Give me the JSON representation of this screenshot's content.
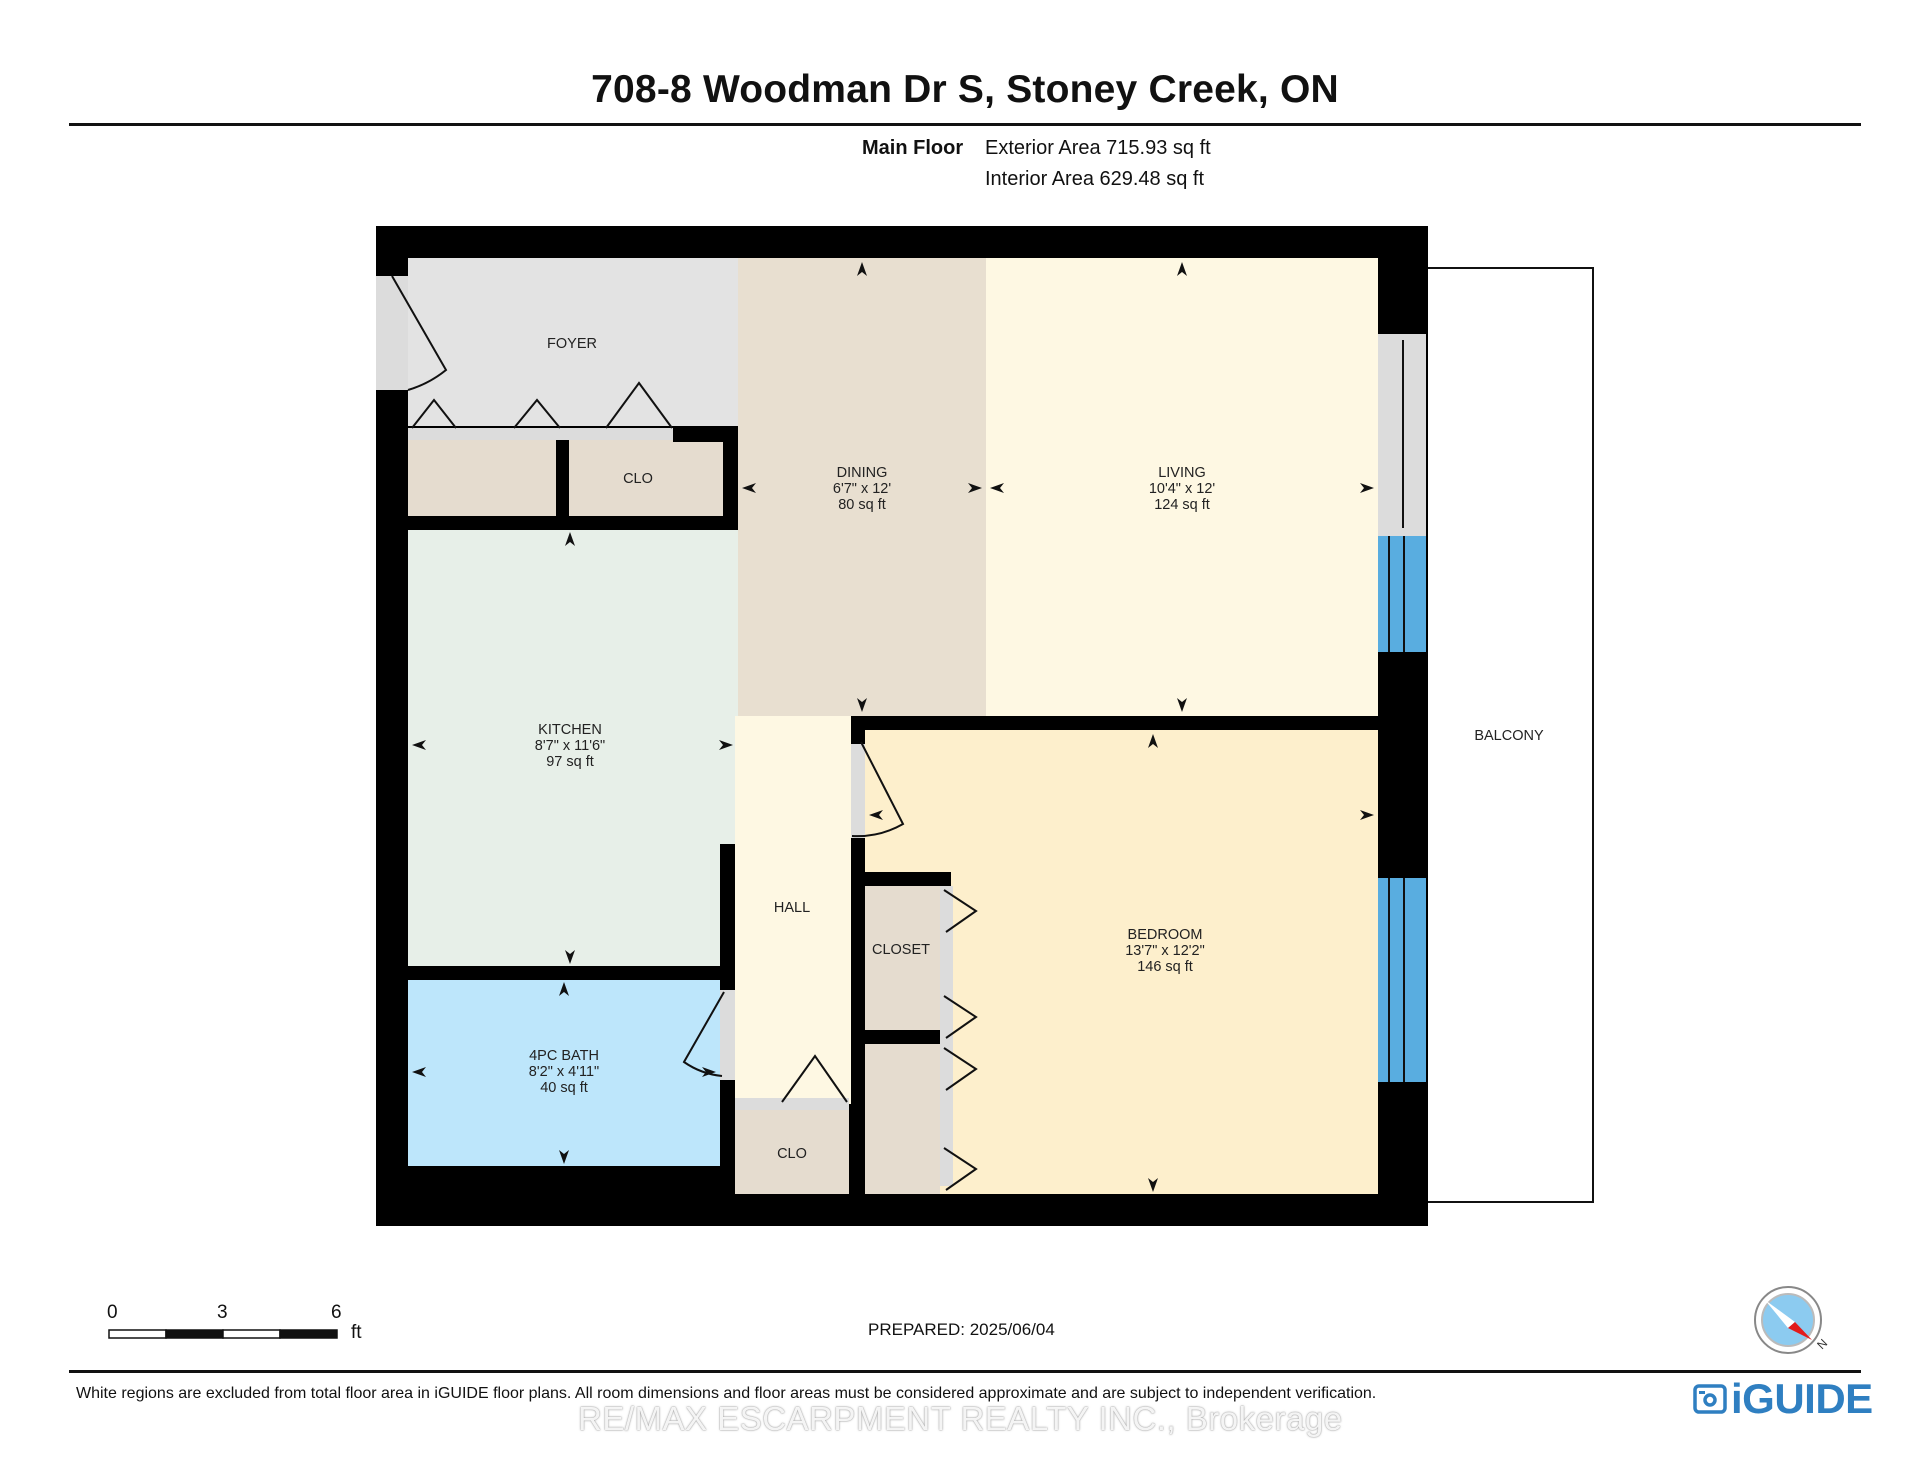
{
  "header": {
    "title": "708-8 Woodman Dr S, Stoney Creek, ON",
    "floor_label": "Main Floor",
    "exterior_area": "Exterior Area 715.93 sq ft",
    "interior_area": "Interior Area 629.48 sq ft"
  },
  "rooms": {
    "foyer": {
      "name": "FOYER"
    },
    "dining": {
      "name": "DINING",
      "dims": "6'7\" x 12'",
      "area": "80 sq ft"
    },
    "living": {
      "name": "LIVING",
      "dims": "10'4\" x 12'",
      "area": "124 sq ft"
    },
    "closet_top": {
      "name": "CLO"
    },
    "kitchen": {
      "name": "KITCHEN",
      "dims": "8'7\" x 11'6\"",
      "area": "97 sq ft"
    },
    "hall": {
      "name": "HALL"
    },
    "bedroom": {
      "name": "BEDROOM",
      "dims": "13'7\" x 12'2\"",
      "area": "146 sq ft"
    },
    "closet": {
      "name": "CLOSET"
    },
    "bath": {
      "name": "4PC BATH",
      "dims": "8'2\" x 4'11\"",
      "area": "40 sq ft"
    },
    "closet_bottom": {
      "name": "CLO"
    },
    "balcony": {
      "name": "BALCONY"
    }
  },
  "colors": {
    "wall": "#000000",
    "foyer": "#e3e3e3",
    "dining": "#e8dfd0",
    "living": "#fef8e3",
    "kitchen": "#e7efe8",
    "hall": "#fef8e3",
    "bedroom": "#fdefcc",
    "bath": "#bde6fb",
    "closet": "#e5dccf",
    "window": "#59ade0",
    "door_gap": "#dcdcdc",
    "brand": "#2f7fc1"
  },
  "scale_bar": {
    "ticks": [
      "0",
      "3",
      "6"
    ],
    "unit": "ft"
  },
  "footer": {
    "prepared": "PREPARED: 2025/06/04",
    "disclaimer": "White regions are excluded from total floor area in iGUIDE floor plans. All room dimensions and floor areas must be considered approximate and are subject to independent verification.",
    "watermark": "RE/MAX ESCARPMENT REALTY INC., Brokerage",
    "brand": "iGUIDE",
    "compass_label": "N"
  }
}
